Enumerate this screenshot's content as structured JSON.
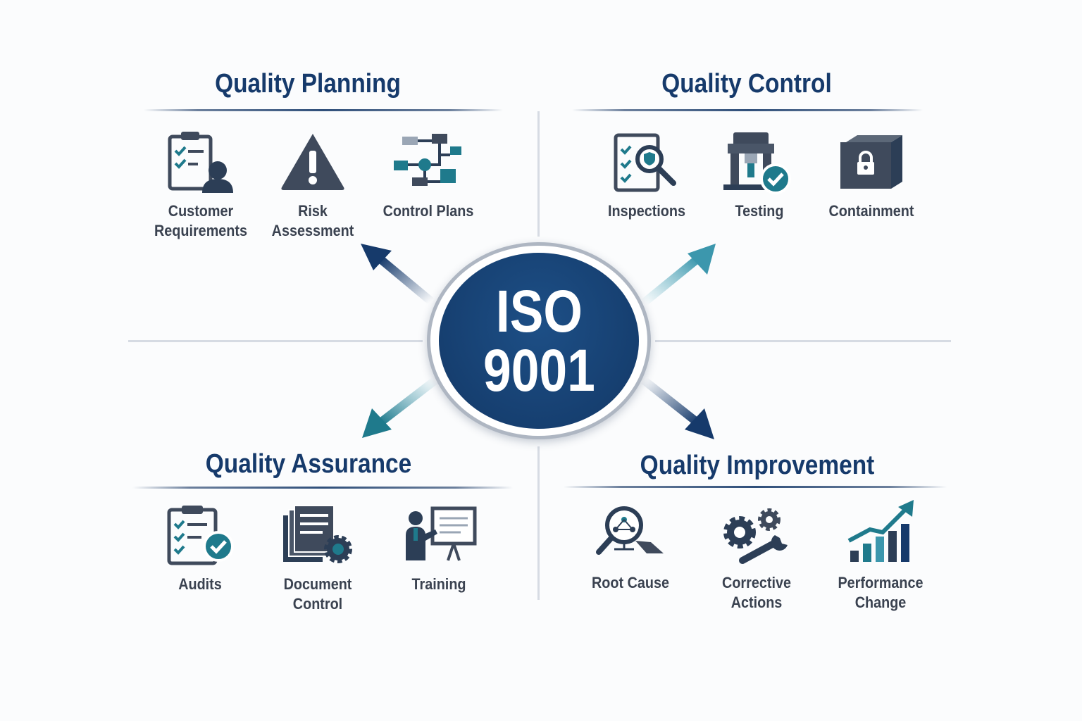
{
  "center": {
    "line1": "ISO",
    "line2": "9001"
  },
  "colors": {
    "navy": "#163a6b",
    "teal": "#1f7a8c",
    "slate": "#3f4a5c",
    "gray_rule": "#d6dbe3"
  },
  "quadrants": {
    "planning": {
      "title": "Quality Planning",
      "items": [
        {
          "label": "Customer\nRequirements",
          "icon": "clipboard-user-icon"
        },
        {
          "label": "Risk\nAssessment",
          "icon": "warning-triangle-icon"
        },
        {
          "label": "Control Plans",
          "icon": "flowchart-icon"
        }
      ]
    },
    "control": {
      "title": "Quality Control",
      "items": [
        {
          "label": "Inspections",
          "icon": "checklist-magnifier-icon"
        },
        {
          "label": "Testing",
          "icon": "test-machine-check-icon"
        },
        {
          "label": "Containment",
          "icon": "locked-box-icon"
        }
      ]
    },
    "assurance": {
      "title": "Quality Assurance",
      "items": [
        {
          "label": "Audits",
          "icon": "clipboard-check-icon"
        },
        {
          "label": "Document Control",
          "icon": "document-gear-icon"
        },
        {
          "label": "Training",
          "icon": "presenter-board-icon"
        }
      ]
    },
    "improvement": {
      "title": "Quality Improvement",
      "items": [
        {
          "label": "Root Cause",
          "icon": "magnifier-network-icon"
        },
        {
          "label": "Corrective Actions",
          "icon": "gears-wrench-icon"
        },
        {
          "label": "Performance\nChange",
          "icon": "bar-chart-arrow-icon"
        }
      ]
    }
  }
}
